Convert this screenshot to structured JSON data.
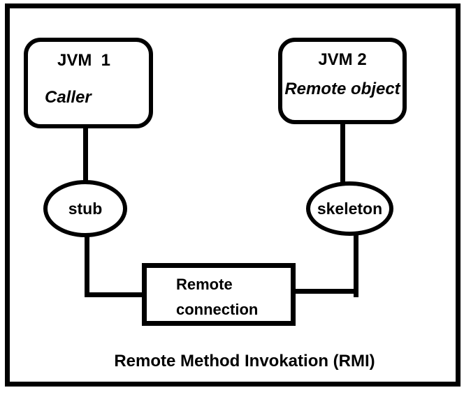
{
  "colors": {
    "ink": "#000000",
    "paper": "#ffffff"
  },
  "diagram": {
    "caption": "Remote Method Invokation (RMI)",
    "jvm1": {
      "title": "JVM  1",
      "subtitle": "Caller"
    },
    "jvm2": {
      "title": "JVM 2",
      "subtitle": "Remote object"
    },
    "stub_label": "stub",
    "skeleton_label": "skeleton",
    "connection": {
      "line1": "Remote",
      "line2": "connection"
    }
  }
}
